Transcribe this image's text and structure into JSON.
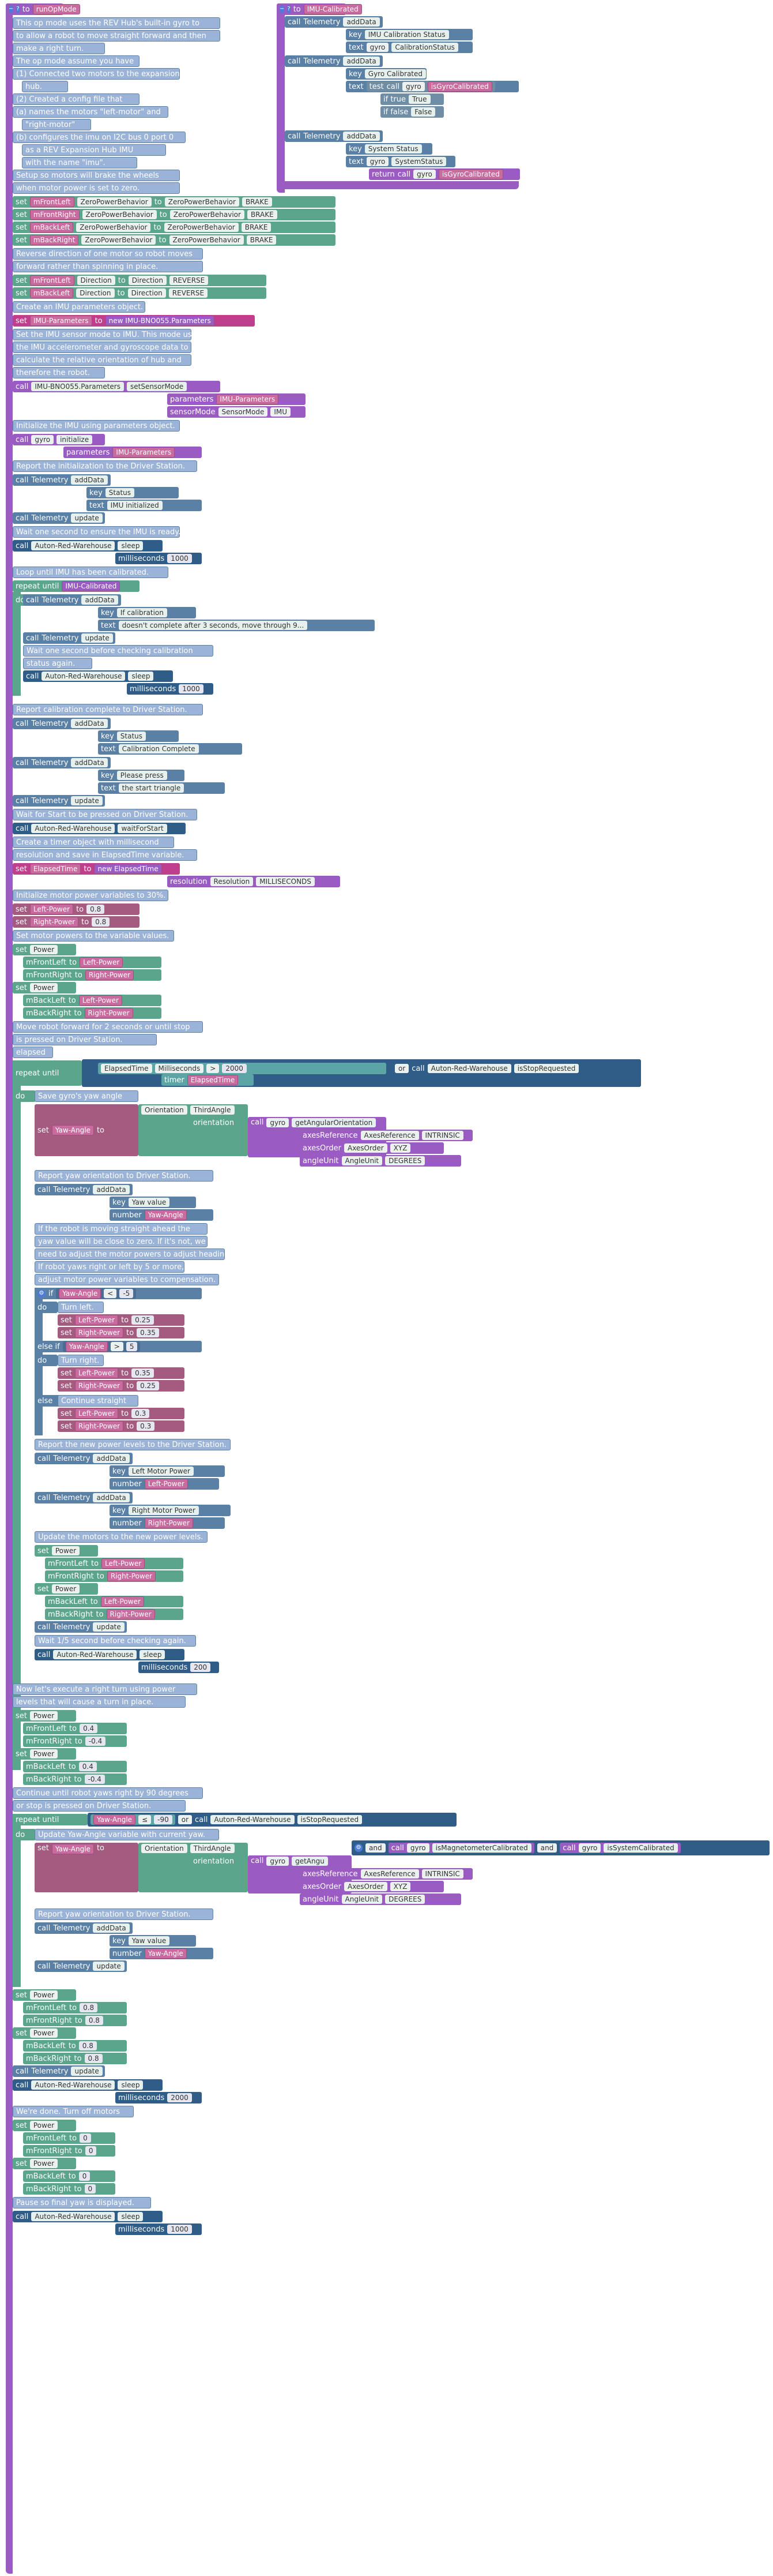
{
  "run": {
    "header_to": "to",
    "header_name": "runOpMode",
    "comments": [
      "This op mode uses the REV Hub's built-in gyro to",
      "to allow a robot to move straight forward and then",
      "make a right turn.",
      "The op mode assume you have",
      "(1) Connected two motors to the expansion",
      "hub.",
      "(2) Created a config file that",
      "(a) names the motors \"left-motor\" and",
      "\"right-motor\"",
      "(b) configures the imu on I2C bus 0 port 0",
      "as a REV Expansion Hub IMU",
      "with the name \"imu\".",
      "Setup so motors will brake the wheels",
      "when motor power is set to zero."
    ],
    "brake_rows": [
      {
        "motor": "mFrontLeft",
        "prop": "ZeroPowerBehavior",
        "enum": "ZeroPowerBehavior",
        "val": "BRAKE"
      },
      {
        "motor": "mFrontRight",
        "prop": "ZeroPowerBehavior",
        "enum": "ZeroPowerBehavior",
        "val": "BRAKE"
      },
      {
        "motor": "mBackLeft",
        "prop": "ZeroPowerBehavior",
        "enum": "ZeroPowerBehavior",
        "val": "BRAKE"
      },
      {
        "motor": "mBackRight",
        "prop": "ZeroPowerBehavior",
        "enum": "ZeroPowerBehavior",
        "val": "BRAKE"
      }
    ],
    "reverse_comment1": "Reverse direction of one motor so robot moves",
    "reverse_comment2": "forward rather than spinning in place.",
    "dir_rows": [
      {
        "motor": "mFrontLeft",
        "prop": "Direction",
        "enum": "Direction",
        "val": "REVERSE"
      },
      {
        "motor": "mBackLeft",
        "prop": "Direction",
        "enum": "Direction",
        "val": "REVERSE"
      }
    ],
    "imu_param_comment": "Create an IMU parameters object.",
    "imu_param_var": "IMU-Parameters",
    "imu_param_new": "new",
    "imu_param_type": "IMU-BNO055.Parameters",
    "sensor_comments": [
      "Set the IMU sensor mode to IMU. This mode uses",
      "the IMU accelerometer and gyroscope data to",
      "calculate the relative orientation of hub and",
      "therefore the robot."
    ],
    "set_sensor_call": "IMU-BNO055.Parameters",
    "set_sensor_method": "setSensorMode",
    "parameters_label": "parameters",
    "sensorMode_label": "sensorMode",
    "sensorMode_enum": "SensorMode",
    "sensorMode_val": "IMU",
    "init_comment": "Initialize the IMU using parameters object.",
    "gyro": "gyro",
    "initialize": "initialize",
    "report_init_comment": "Report the initialization to the Driver Station.",
    "telemetry": "Telemetry",
    "addData": "addData",
    "key": "key",
    "text": "text",
    "number": "number",
    "status": "Status",
    "imu_initialized": "IMU initialized",
    "update": "update",
    "wait1_comment": "Wait one second to ensure the IMU is ready.",
    "auton": "Auton-Red-Warehouse",
    "sleep": "sleep",
    "milliseconds": "milliseconds",
    "ms1000": "1000",
    "loop_comment": "Loop until IMU has been calibrated.",
    "repeat_until": "repeat  until",
    "imu_calibrated": "IMU-Calibrated",
    "do": "do",
    "if_calibration": "If calibration",
    "doesnt_complete": "doesn't complete after 3 seconds, move through 9...",
    "wait_cal1": "Wait one second before checking calibration",
    "wait_cal2": "status again.",
    "report_cal_comment": "Report calibration complete to Driver Station.",
    "calibration_complete": "Calibration Complete",
    "please_press": "Please press",
    "start_triangle": "the start triangle",
    "wait_start_comment": "Wait for Start to be pressed on Driver Station.",
    "waitForStart": "waitForStart",
    "timer_comments": [
      "Create a timer object with millisecond",
      "resolution and save in ElapsedTime variable."
    ],
    "elapsed": "ElapsedTime",
    "resolution": "resolution",
    "resolution_enum": "Resolution",
    "resolution_val": "MILLISECONDS",
    "init_power_comment": "Initialize motor power variables to 30%.",
    "left_power": "Left-Power",
    "right_power": "Right-Power",
    "p08": "0.8",
    "set_powers_comment": "Set motor powers to the variable values.",
    "power": "Power",
    "mFrontLeft": "mFrontLeft",
    "mFrontRight": "mFrontRight",
    "mBackLeft": "mBackLeft",
    "mBackRight": "mBackRight",
    "move_comments": [
      "Move robot forward for 2 seconds or until stop",
      "is pressed on Driver Station.",
      "elapsed"
    ],
    "ms_label": "Milliseconds",
    "timer_label": "timer",
    "gt": ">",
    "v2000": "2000",
    "or": "or",
    "isStopRequested": "isStopRequested",
    "save_yaw_comment": "Save gyro's yaw angle",
    "yaw_angle": "Yaw-Angle",
    "orientation_label": "Orientation",
    "third_angle": "ThirdAngle",
    "orientation_prop": "orientation",
    "getAngularOrientation": "getAngularOrientation",
    "axesReference": "axesReference",
    "axes_ref_enum": "AxesReference",
    "intrinsic": "INTRINSIC",
    "axesOrder": "axesOrder",
    "axes_order_enum": "AxesOrder",
    "xyz": "XYZ",
    "angleUnit": "angleUnit",
    "angle_unit_enum": "AngleUnit",
    "degrees": "DEGREES",
    "report_yaw_comment": "Report yaw orientation to Driver Station.",
    "yaw_value": "Yaw value",
    "straight_comments": [
      "If the robot is moving straight ahead the",
      "yaw value will be close to zero. If it's not, we",
      "need to adjust the motor powers to adjust heading.",
      "If robot yaws right or left by 5 or more,",
      "adjust motor power variables to compensation."
    ],
    "if": "if",
    "lt": "<",
    "m5": "-5",
    "turn_left": "Turn left.",
    "p025": "0.25",
    "p035": "0.35",
    "else_if": "else if",
    "p5": "5",
    "turn_right": "Turn right.",
    "else": "else",
    "continue_straight": "Continue straight",
    "p03": "0.3",
    "report_power_comment": "Report the new power levels to the Driver Station.",
    "left_motor_power": "Left Motor Power",
    "right_motor_power": "Right Motor Power",
    "update_motors_comment": "Update the motors to the new power levels.",
    "wait_check_comment": "Wait 1/5 second before checking again.",
    "ms200": "200",
    "right_turn_comments": [
      "Now let's execute a right turn using power",
      "levels that will cause a turn in place."
    ],
    "p04": "0.4",
    "m04": "-0.4",
    "continue_turn_comments": [
      "Continue until robot yaws right by 90 degrees",
      "or stop is pressed on Driver Station."
    ],
    "le": "≤",
    "m90": "-90",
    "update_yaw_comment": "Update Yaw-Angle variable with current yaw.",
    "getAngu": "getAngu",
    "and": "and",
    "isMagnetometerCalibrated": "isMagnetometerCalibrated",
    "isSystemCalibrated": "isSystemCalibrated",
    "done_comment": "We're done. Turn off motors",
    "zero": "0",
    "pause_comment": "Pause so final yaw is displayed.",
    "set": "set",
    "to": "to",
    "call": "call",
    "parameters": "parameters"
  },
  "func": {
    "header_to": "to",
    "header_name": "IMU-Calibrated",
    "imu_cal_status": "IMU Calibration Status",
    "calibrationStatus": "CalibrationStatus",
    "gyro_calibrated": "Gyro Calibrated",
    "isGyroCalibrated": "isGyroCalibrated",
    "if_true": "if true",
    "if_false": "if false",
    "true_txt": "True",
    "false_txt": "False",
    "test": "test",
    "system_status": "System Status",
    "systemStatus": "SystemStatus",
    "return": "return"
  }
}
